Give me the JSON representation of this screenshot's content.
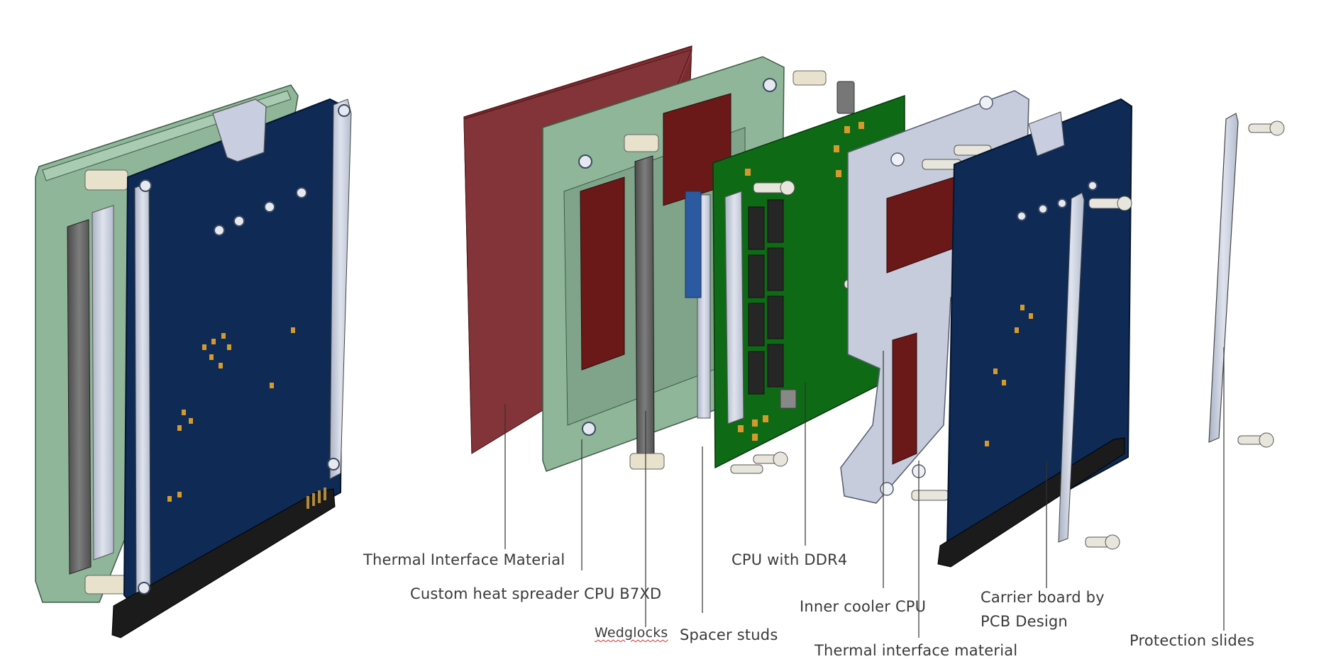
{
  "labels": {
    "thermal_interface_material": "Thermal Interface Material",
    "custom_heat_spreader": "Custom heat spreader CPU B7XD",
    "wedglocks": "Wedglocks",
    "spacer_studs": "Spacer studs",
    "cpu_ddr4": "CPU with DDR4",
    "inner_cooler": "Inner cooler CPU",
    "thermal_interface_lower": "Thermal interface material",
    "carrier_board_line1": "Carrier board by",
    "carrier_board_line2": "PCB Design",
    "protection_slides": "Protection slides"
  },
  "colors": {
    "pcb_blue": "#0e2a55",
    "pcb_green": "#0f6a16",
    "heat_spreader": "#8fb699",
    "thermal_pad": "#6b1818",
    "metal": "#c6ccdb",
    "connector": "#1b1b1b"
  }
}
